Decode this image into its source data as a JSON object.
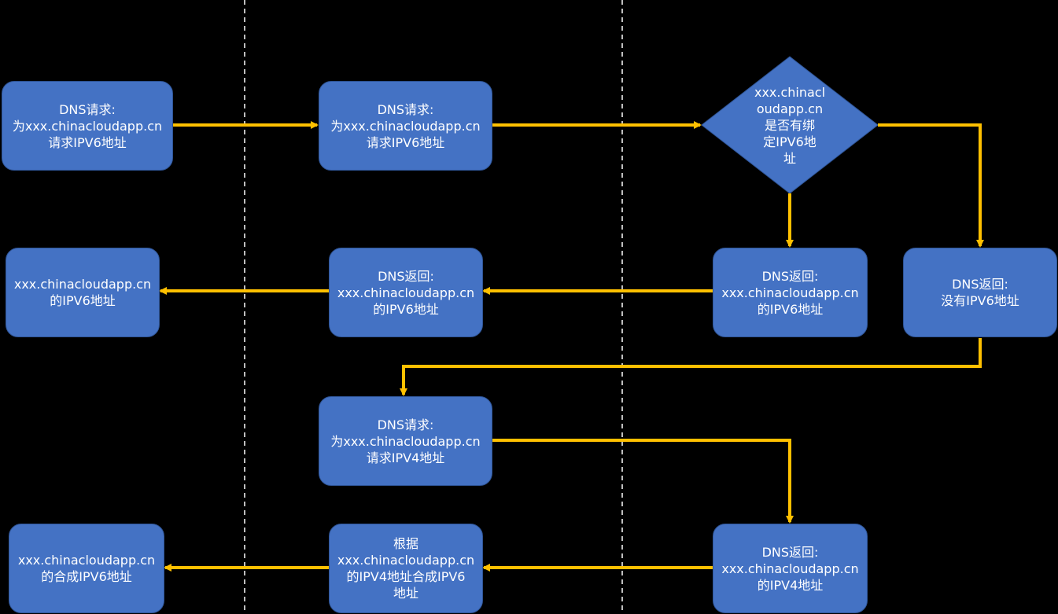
{
  "colors": {
    "background": "#000000",
    "node_fill": "#4472c4",
    "connector": "#ffc000",
    "divider": "#bfbfbf"
  },
  "nodes": {
    "req6_client": [
      "DNS请求:",
      "为xxx.chinacloudapp.cn",
      "请求IPV6地址"
    ],
    "req6_resolver": [
      "DNS请求:",
      "为xxx.chinacloudapp.cn",
      "请求IPV6地址"
    ],
    "has_ipv6": [
      "xxx.chinacl",
      "oudapp.cn",
      "是否有绑",
      "定IPV6地",
      "址"
    ],
    "ret6_auth": [
      "DNS返回:",
      "xxx.chinacloudapp.cn",
      "的IPV6地址"
    ],
    "ret_none": [
      "DNS返回:",
      "没有IPV6地址"
    ],
    "ret6_resolver": [
      "DNS返回:",
      "xxx.chinacloudapp.cn",
      "的IPV6地址"
    ],
    "ipv6_client": [
      "xxx.chinacloudapp.cn",
      "的IPV6地址"
    ],
    "req4_resolver": [
      "DNS请求:",
      "为xxx.chinacloudapp.cn",
      "请求IPV4地址"
    ],
    "ret4_auth": [
      "DNS返回:",
      "xxx.chinacloudapp.cn",
      "的IPV4地址"
    ],
    "synth_resolver": [
      "根据",
      "xxx.chinacloudapp.cn",
      "的IPV4地址合成IPV6",
      "地址"
    ],
    "synth_client": [
      "xxx.chinacloudapp.cn",
      "的合成IPV6地址"
    ]
  }
}
